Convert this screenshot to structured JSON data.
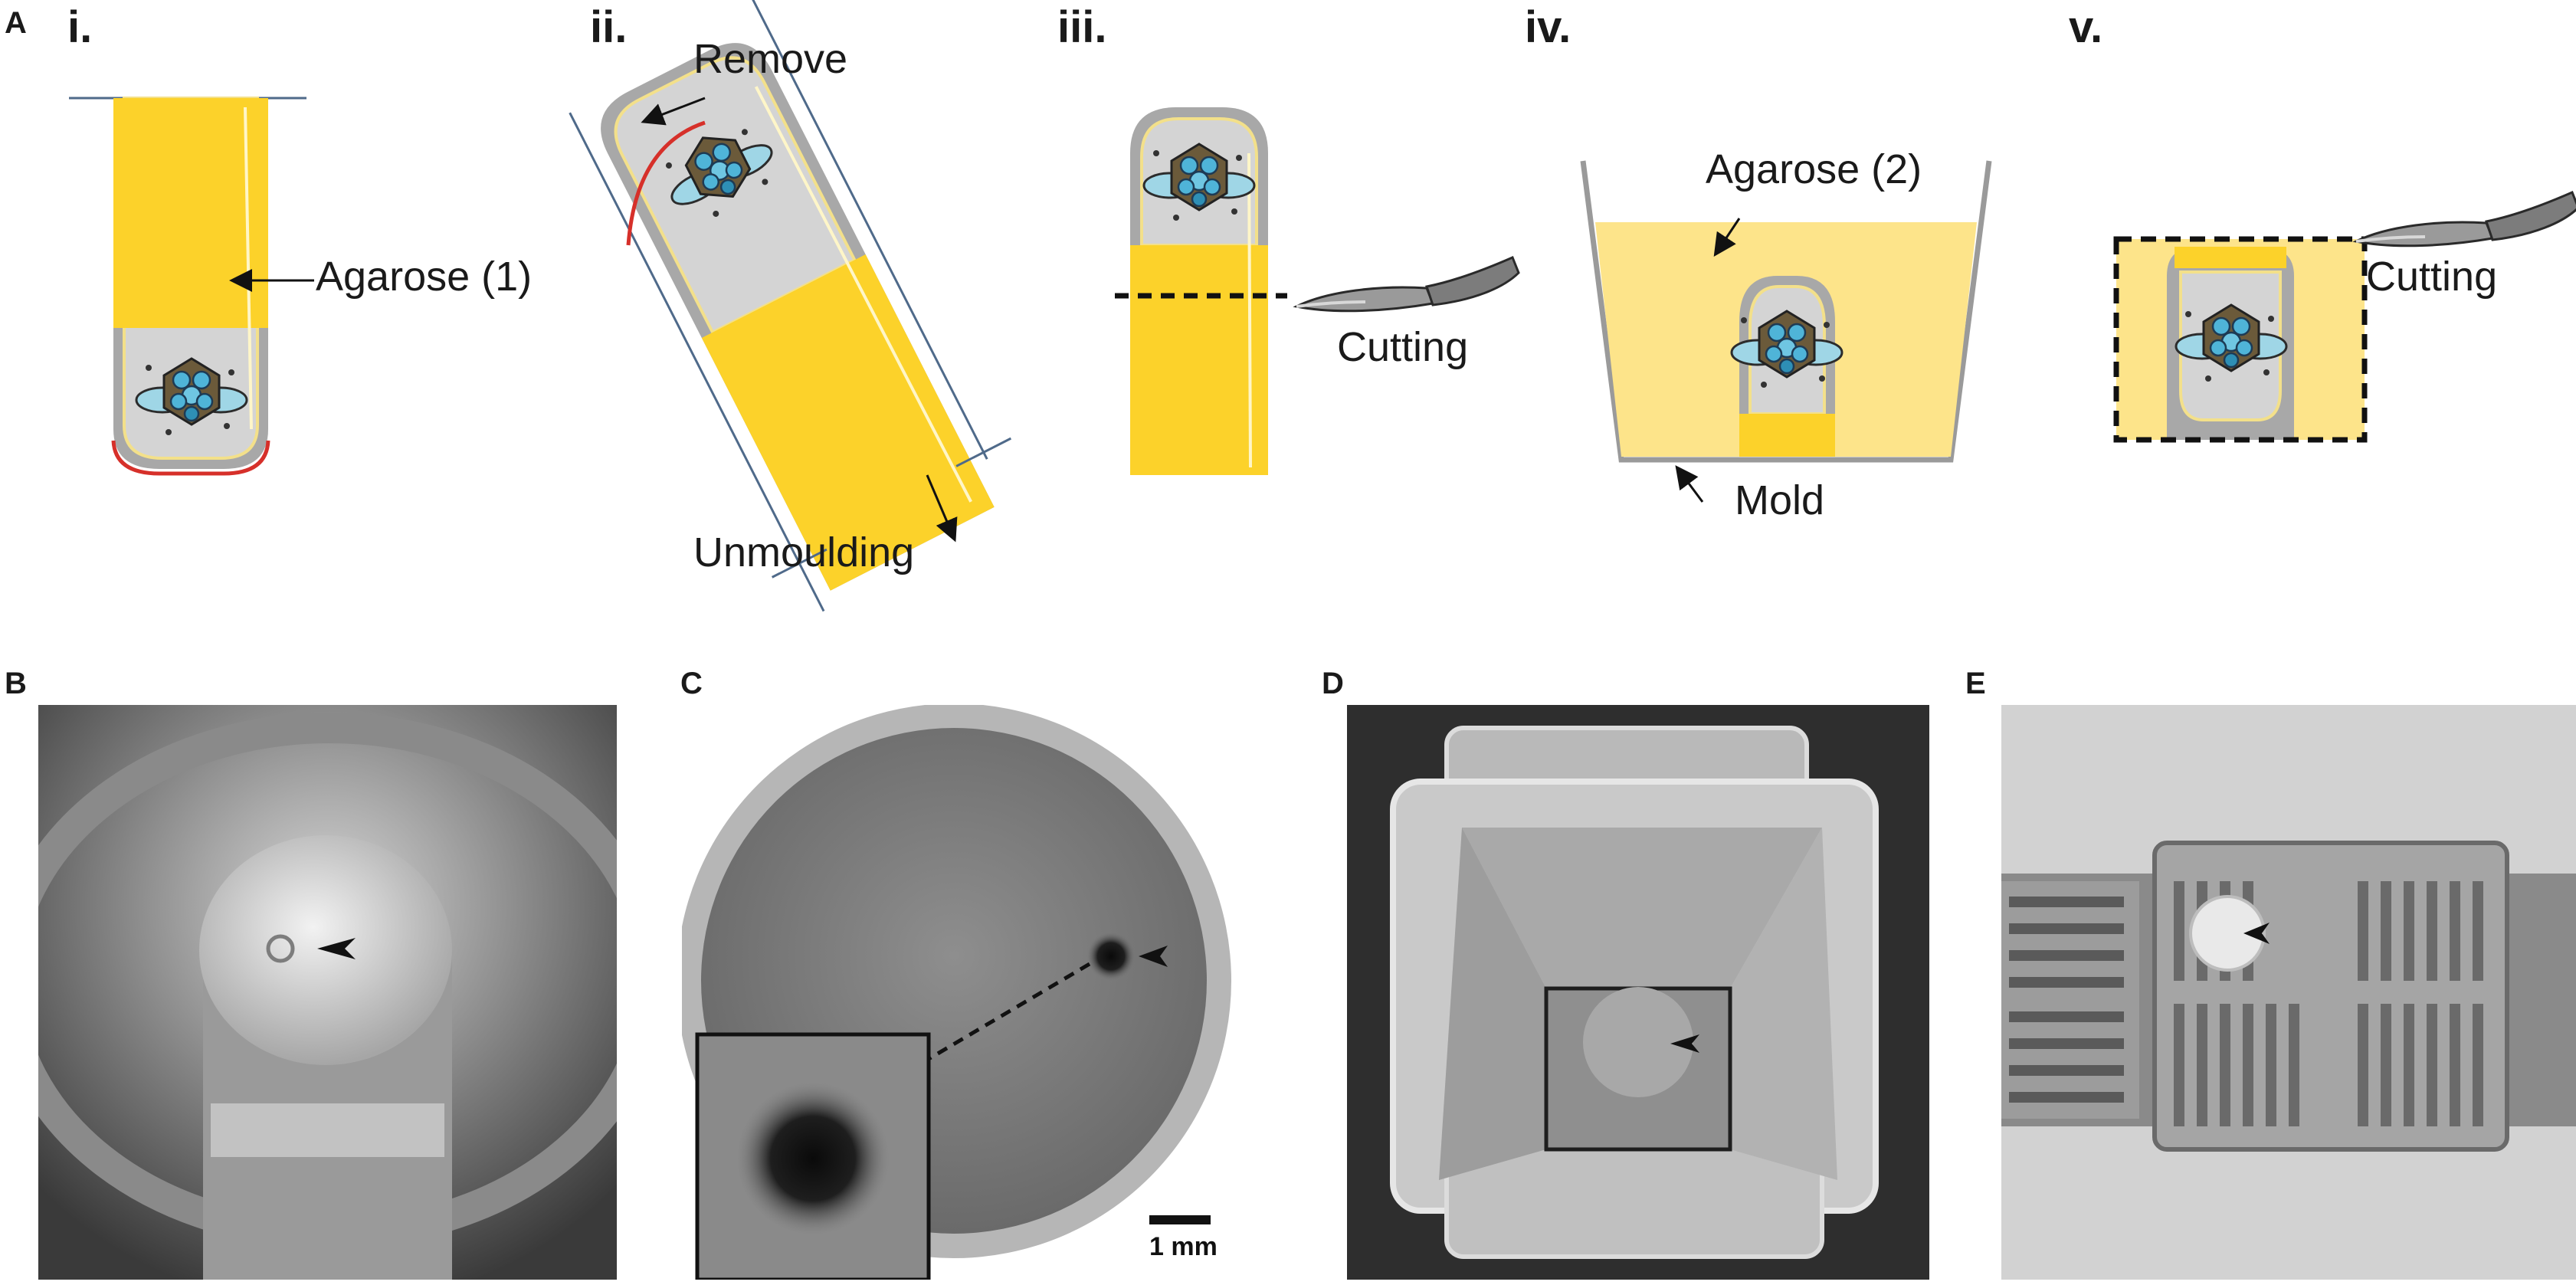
{
  "panels": {
    "A": "A",
    "B": "B",
    "C": "C",
    "D": "D",
    "E": "E"
  },
  "steps": [
    "i.",
    "ii.",
    "iii.",
    "iv.",
    "v."
  ],
  "labels": {
    "agarose1": "Agarose (1)",
    "remove": "Remove",
    "unmoulding": "Unmoulding",
    "cutting_iii": "Cutting",
    "agarose2": "Agarose (2)",
    "mold": "Mold",
    "cutting_v": "Cutting"
  },
  "scale_bar": "1 mm",
  "colors": {
    "agarose": "#fcd22a",
    "tube_wall": "#a8a8a8",
    "tube_inner": "#d4d4d4",
    "tube_cap": "#d6302a",
    "outline_blue": "#4f6a8a",
    "arrowhead": "#111111"
  },
  "icons": [
    "organoid-icon",
    "scalpel-icon",
    "arrowhead-marker-icon"
  ]
}
